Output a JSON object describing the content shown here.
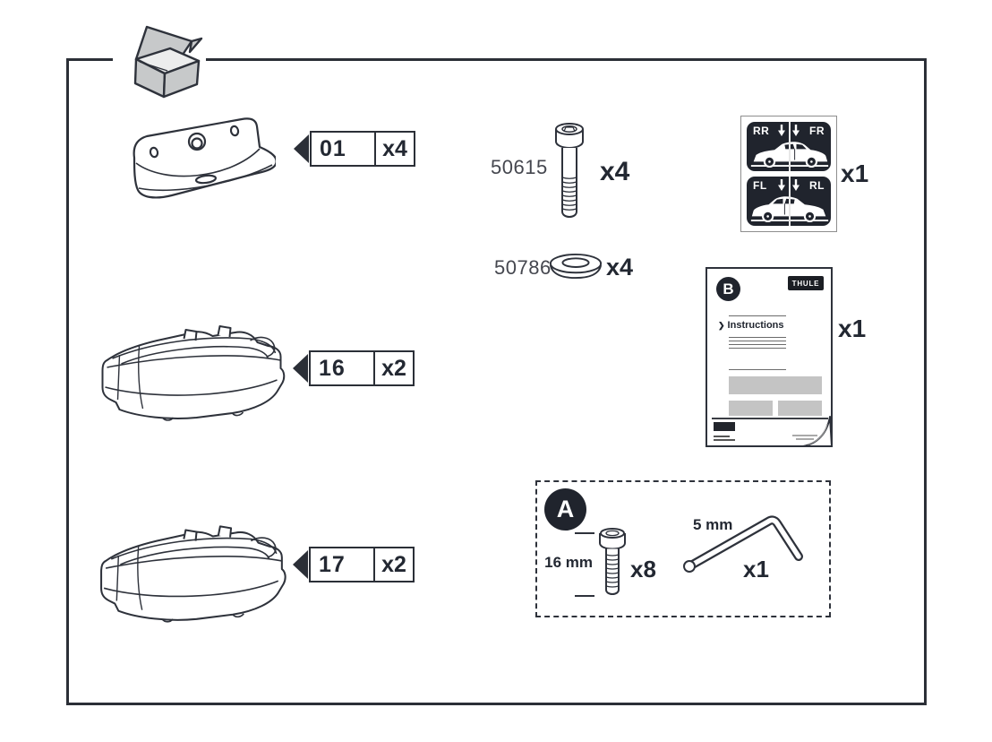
{
  "colors": {
    "ink": "#2e323b",
    "text_dark": "#232832",
    "text_muted": "#45474f",
    "panel_black": "#20242d",
    "cardboard_gray": "#c7c9ca",
    "placeholder_gray": "#c4c4c4"
  },
  "kit": {
    "bracket": {
      "code": "01",
      "qty": "x4"
    },
    "pad16": {
      "code": "16",
      "qty": "x2"
    },
    "pad17": {
      "code": "17",
      "qty": "x2"
    },
    "screw": {
      "part_number": "50615",
      "qty": "x4"
    },
    "washer": {
      "part_number": "50786",
      "qty": "x4"
    },
    "sticker": {
      "qty": "x1",
      "positions": {
        "rear_right": "RR",
        "front_right": "FR",
        "front_left": "FL",
        "rear_left": "RL"
      }
    },
    "manual": {
      "badge": "B",
      "brand": "THULE",
      "title": "Instructions",
      "chevron": "❯",
      "qty": "x1"
    },
    "tools": {
      "badge": "A",
      "bolt_length": "16 mm",
      "bolt_qty": "x8",
      "key_size": "5 mm",
      "key_qty": "x1"
    }
  }
}
